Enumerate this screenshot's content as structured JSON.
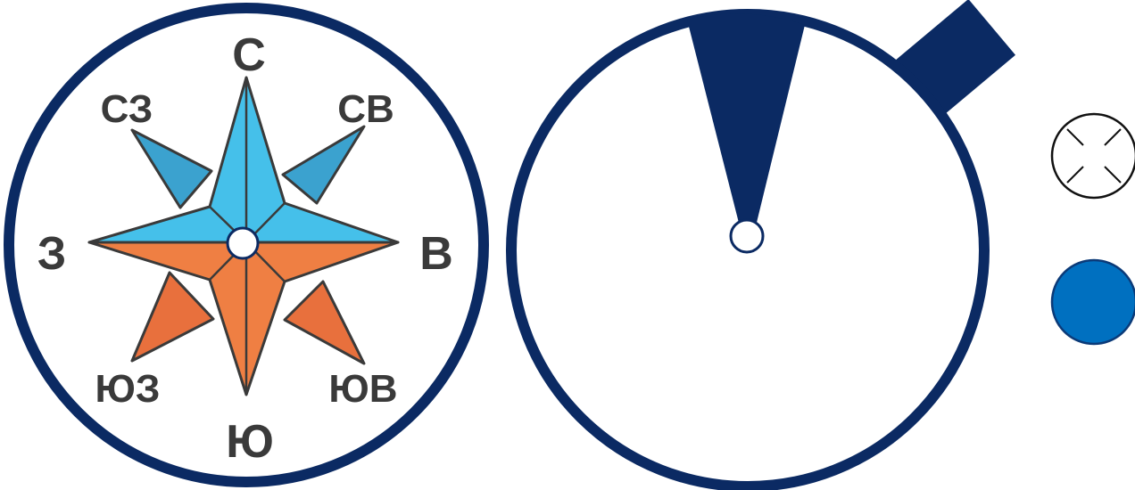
{
  "compass_rose": {
    "directions": {
      "north": "С",
      "north_east": "СВ",
      "east": "В",
      "south_east": "ЮВ",
      "south": "Ю",
      "south_west": "ЮЗ",
      "west": "З",
      "north_west": "СЗ"
    }
  },
  "colors": {
    "ring": "#0b2a63",
    "northern_half": "#45c0ea",
    "northern_diagonal": "#3ba2cf",
    "southern_half": "#ef7f43",
    "southern_diagonal": "#e8703d",
    "outline": "#3a3a3a",
    "needle_and_crown": "#0b2a63",
    "closed_lid_symbol": "#0070c0"
  },
  "legend_symbols": [
    {
      "name": "open-circle-with-cross",
      "fill": "#ffffff"
    },
    {
      "name": "filled-blue-circle",
      "fill": "#0070c0"
    }
  ]
}
